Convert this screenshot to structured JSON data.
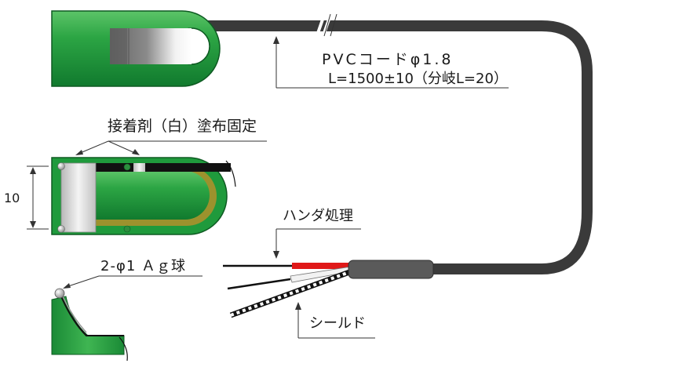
{
  "labels": {
    "cord_spec_line1": "PVCコードφ1.8",
    "cord_spec_line2": "L=1500±10（分岐L=20）",
    "adhesive": "接着剤（白）塗布固定",
    "dimension": "10",
    "solder": "ハンダ処理",
    "ag_ball": "2-φ1 Ａｇ球",
    "shield": "シールド"
  },
  "colors": {
    "housing_green": "#1f9a3c",
    "housing_dark": "#0e5a22",
    "cord": "#3c3c3c",
    "red_wire": "#e01818",
    "silver": "#c9c9c9"
  }
}
